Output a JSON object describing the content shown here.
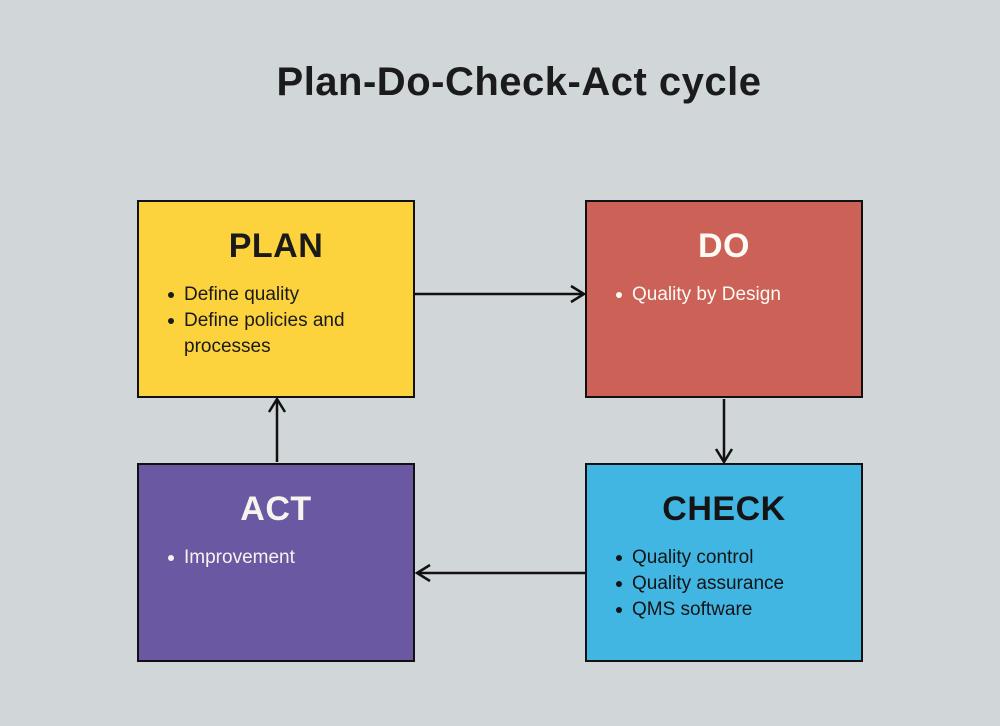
{
  "title": "Plan-Do-Check-Act cycle",
  "background_color": "#D1D6D9",
  "border_color": "#111111",
  "arrow_color": "#111111",
  "nodes": [
    {
      "id": "plan",
      "label": "PLAN",
      "bullets": [
        "Define quality",
        "Define policies and processes"
      ],
      "bg_color": "#FCD33C",
      "text_color": "#1A1A1A"
    },
    {
      "id": "do",
      "label": "DO",
      "bullets": [
        "Quality by Design"
      ],
      "bg_color": "#CB6157",
      "text_color": "#FDFAF5"
    },
    {
      "id": "act",
      "label": "ACT",
      "bullets": [
        "Improvement"
      ],
      "bg_color": "#6B58A3",
      "text_color": "#F7F3EE"
    },
    {
      "id": "check",
      "label": "CHECK",
      "bullets": [
        "Quality control",
        "Quality assurance",
        "QMS software"
      ],
      "bg_color": "#41B6E3",
      "text_color": "#141414"
    }
  ],
  "arrows": [
    {
      "from": "PLAN",
      "to": "DO",
      "direction": "right"
    },
    {
      "from": "DO",
      "to": "CHECK",
      "direction": "down"
    },
    {
      "from": "CHECK",
      "to": "ACT",
      "direction": "left"
    },
    {
      "from": "ACT",
      "to": "PLAN",
      "direction": "up"
    }
  ]
}
